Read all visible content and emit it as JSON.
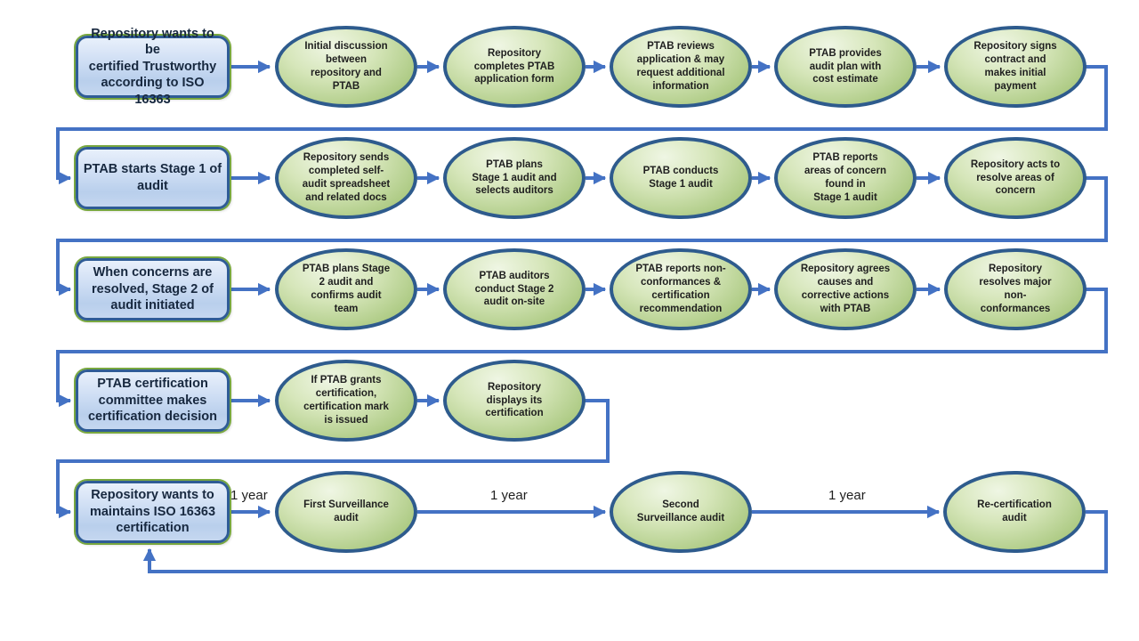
{
  "diagram": {
    "title_hint": "PTAB ISO 16363 certification process flowchart",
    "colors": {
      "arrow_blue": "#4472C4",
      "node_border_blue": "#2E5B8D",
      "ellipse_green_light": "#EFF6E4",
      "ellipse_green_dark": "#95BA67",
      "box_fill_light": "#E8F0FB",
      "box_fill_dark": "#B9CFEC",
      "box_green_outline": "#79A83F",
      "text": "#1F1F1F"
    },
    "rows": [
      {
        "start": "Repository wants to be\ncertified Trustworthy\naccording to ISO 16363",
        "steps": [
          "Initial discussion\nbetween\nrepository and\nPTAB",
          "Repository\ncompletes PTAB\napplication form",
          "PTAB reviews\napplication & may\nrequest additional\ninformation",
          "PTAB provides\naudit plan with\ncost estimate",
          "Repository signs\ncontract and\nmakes initial\npayment"
        ]
      },
      {
        "start": "PTAB starts Stage 1 of\naudit",
        "steps": [
          "Repository sends\ncompleted self-\naudit spreadsheet\nand related docs",
          "PTAB plans\nStage 1 audit and\nselects auditors",
          "PTAB conducts\nStage 1 audit",
          "PTAB reports\nareas of concern\nfound in\nStage 1 audit",
          "Repository acts to\nresolve areas of\nconcern"
        ]
      },
      {
        "start": "When concerns are\nresolved, Stage 2 of\naudit initiated",
        "steps": [
          "PTAB plans Stage\n2 audit and\nconfirms audit\nteam",
          "PTAB auditors\nconduct Stage 2\naudit on-site",
          "PTAB reports non-\nconformances &\ncertification\nrecommendation",
          "Repository agrees\ncauses and\ncorrective actions\nwith PTAB",
          "Repository\nresolves major\nnon-\nconformances"
        ]
      },
      {
        "start": "PTAB certification\ncommittee makes\ncertification decision",
        "steps": [
          "If PTAB grants\ncertification,\ncertification mark\nis issued",
          "Repository\ndisplays its\ncertification"
        ]
      },
      {
        "start": "Repository wants to\nmaintains ISO 16363\ncertification",
        "steps": [
          "First Surveillance\naudit",
          "Second\nSurveillance audit",
          "Re-certification\naudit"
        ],
        "edge_labels": [
          "1 year",
          "1 year",
          "1 year"
        ]
      }
    ]
  }
}
